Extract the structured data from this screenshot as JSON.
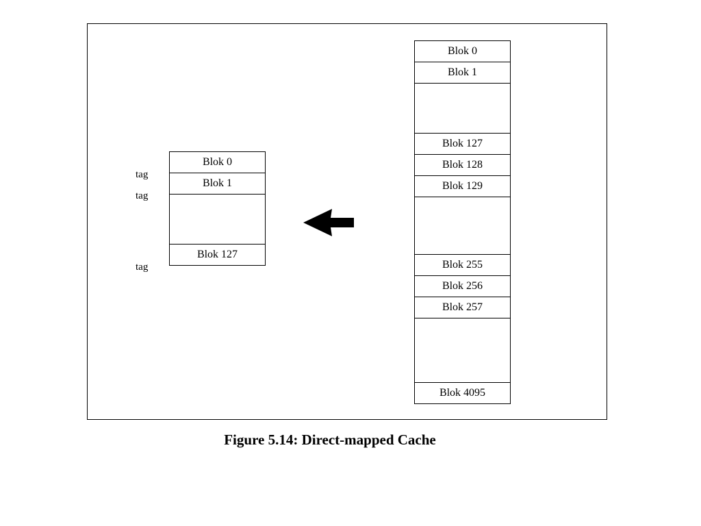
{
  "cache": {
    "blocks": [
      "Blok 0",
      "Blok 1",
      "",
      "Blok 127"
    ],
    "tags": [
      "tag",
      "tag",
      "tag"
    ]
  },
  "memory": {
    "blocks": [
      "Blok 0",
      "Blok 1",
      "",
      "Blok 127",
      "Blok 128",
      "Blok 129",
      "",
      "Blok 255",
      "Blok 256",
      "Blok 257",
      "",
      "Blok 4095"
    ]
  },
  "arrow": {
    "icon": "left-arrow-icon",
    "color": "#000000"
  },
  "caption": "Figure 5.14: Direct-mapped Cache"
}
